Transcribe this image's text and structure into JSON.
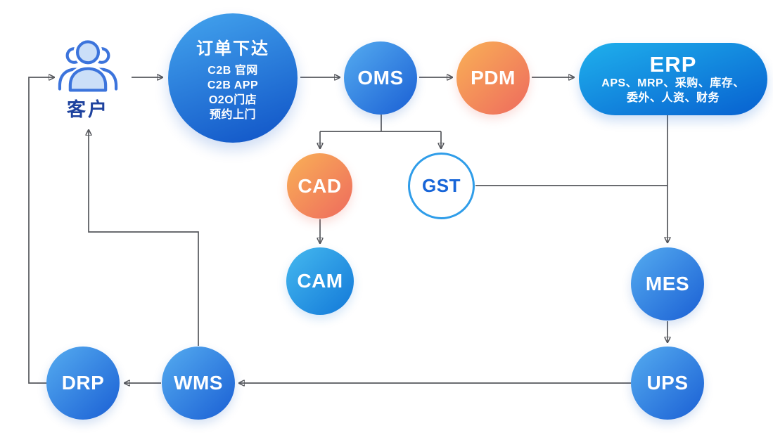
{
  "colors": {
    "background": "#FFFFFF",
    "node_blue_start": "#55ACF0",
    "node_blue_end": "#1A5FD4",
    "order_blue_start": "#44A5EE",
    "order_blue_end": "#0F52C6",
    "cam_start": "#45B9EF",
    "cam_end": "#1278D8",
    "orange_start": "#F9B156",
    "orange_end": "#EE6A5E",
    "erp_start": "#1FB0EC",
    "erp_end": "#0760D0",
    "gst_border": "#2F9DE9",
    "gst_text": "#1765D8",
    "line": "#55575C",
    "arrowhead": "#2BA2E9",
    "customer_label": "#1E429E",
    "icon_stroke": "#3C74DC",
    "icon_fill": "#CBDFF8"
  },
  "diagram": {
    "customer": {
      "label": "客户",
      "icon": "customers-group-icon"
    },
    "order": {
      "title": "订单下达",
      "items": [
        "C2B 官网",
        "C2B APP",
        "O2O门店",
        "预约上门"
      ]
    },
    "oms": {
      "label": "OMS"
    },
    "pdm": {
      "label": "PDM"
    },
    "erp": {
      "title": "ERP",
      "lines": [
        "APS、MRP、采购、库存、",
        "委外、人资、财务"
      ]
    },
    "cad": {
      "label": "CAD"
    },
    "gst": {
      "label": "GST"
    },
    "cam": {
      "label": "CAM"
    },
    "mes": {
      "label": "MES"
    },
    "ups": {
      "label": "UPS"
    },
    "wms": {
      "label": "WMS"
    },
    "drp": {
      "label": "DRP"
    },
    "flows": [
      "customer → order",
      "order → oms",
      "oms → pdm",
      "pdm → erp",
      "oms → cad",
      "oms → gst",
      "cad → cam",
      "gst → erp-mes-line",
      "erp → mes",
      "mes → ups",
      "ups → wms",
      "wms → drp",
      "wms → customer",
      "drp → customer"
    ]
  }
}
